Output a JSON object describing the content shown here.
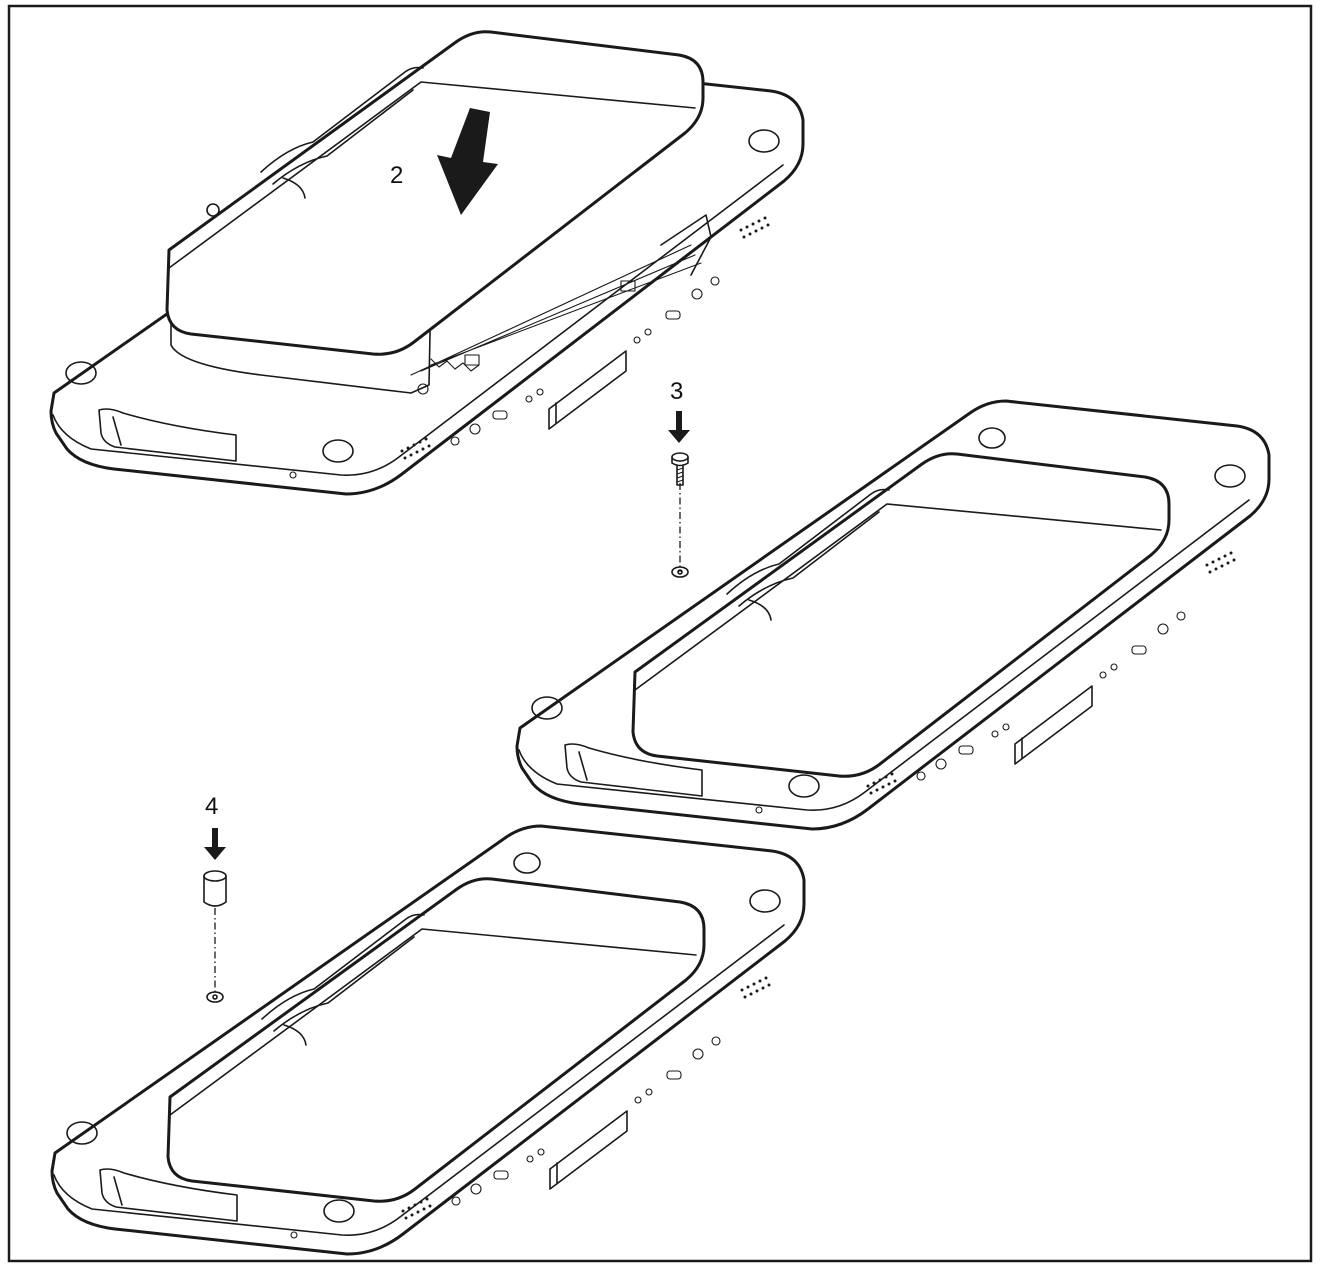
{
  "steps": [
    {
      "label": "2",
      "part": "battery-cover"
    },
    {
      "label": "3",
      "part": "screw"
    },
    {
      "label": "4",
      "part": "screw-cap"
    }
  ],
  "icons": [
    "down-arrow-icon",
    "screw-icon",
    "screw-cap-icon"
  ],
  "colors": {
    "line": "#1a1a1a",
    "background": "#ffffff"
  }
}
